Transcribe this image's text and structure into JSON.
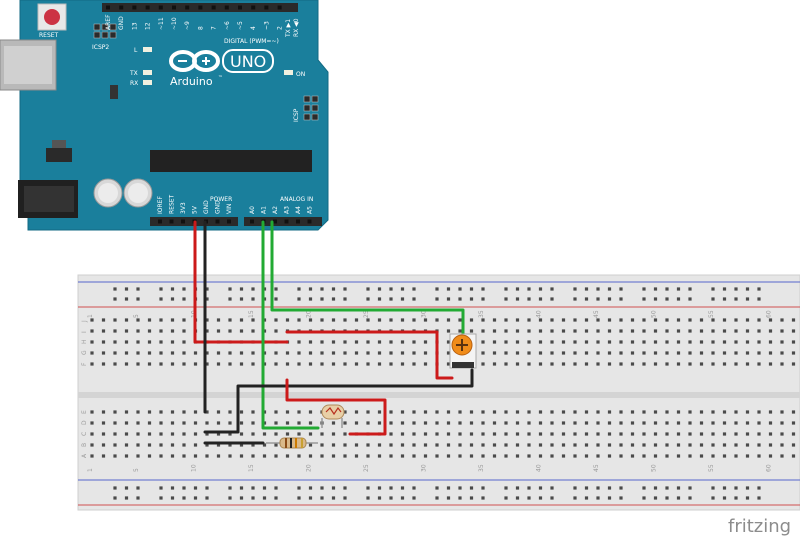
{
  "arduino": {
    "board_name": "UNO",
    "brand": "Arduino",
    "trademark": "™",
    "reset_label": "RESET",
    "icsp2_label": "ICSP2",
    "icsp_label": "ICSP",
    "l_label": "L",
    "tx_label": "TX",
    "rx_label": "RX",
    "on_label": "ON",
    "digital_label": "DIGITAL (PWM=~)",
    "tx_arrow_label": "TX ▶1",
    "rx_arrow_label": "RX ◀0",
    "power_label": "POWER",
    "analog_label": "ANALOG IN",
    "top_header_pins": [
      "AREF",
      "GND",
      "13",
      "12",
      "~11",
      "~10",
      "~9",
      "8",
      "7",
      "~6",
      "~5",
      "4",
      "~3",
      "2"
    ],
    "power_pins": [
      "IOREF",
      "RESET",
      "3V3",
      "5V",
      "GND",
      "GND",
      "VIN"
    ],
    "analog_pins": [
      "A0",
      "A1",
      "A2",
      "A3",
      "A4",
      "A5"
    ]
  },
  "breadboard": {
    "column_numbers": [
      "1",
      "5",
      "10",
      "15",
      "20",
      "25",
      "30",
      "35",
      "40",
      "45",
      "50",
      "55",
      "60"
    ],
    "row_letters_top": [
      "J",
      "I",
      "H",
      "G",
      "F"
    ],
    "row_letters_bottom": [
      "E",
      "D",
      "C",
      "B",
      "A"
    ]
  },
  "components": {
    "potentiometer": "potentiometer",
    "photoresistor": "photoresistor",
    "resistor": "resistor"
  },
  "wires": {
    "red": "#cc1a1a",
    "black": "#222222",
    "green": "#22aa33"
  },
  "colors": {
    "board": "#1a7f9c",
    "board_dark": "#136a83",
    "header": "#2a2a2a",
    "breadboard": "#e6e6e6",
    "rail_red": "#d05050",
    "rail_blue": "#5566cc",
    "pot_knob": "#f08c1a"
  },
  "watermark": "fritzing"
}
